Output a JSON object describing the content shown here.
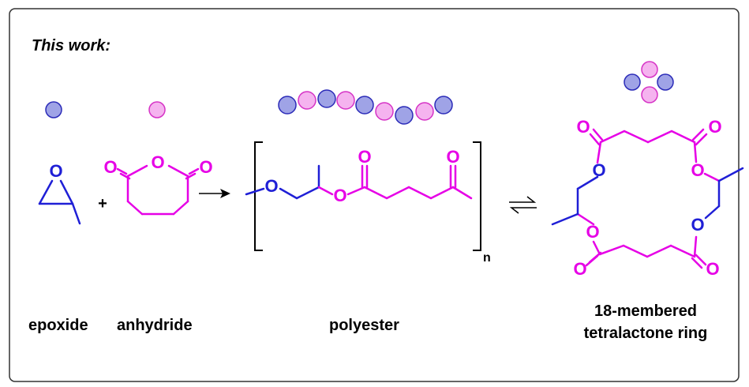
{
  "heading": "This work:",
  "labels": {
    "epoxide": "epoxide",
    "anhydride": "anhydride",
    "polyester": "polyester",
    "ring_line1": "18-membered",
    "ring_line2": "tetralactone ring"
  },
  "symbols": {
    "plus": "+",
    "subscript_n": "n",
    "oxygen": "O"
  },
  "colors": {
    "epoxide": "#1f1fd6",
    "anhydride": "#e600e6",
    "epoxide_sphere_fill": "#9fa3e6",
    "epoxide_sphere_stroke": "#2b2bb8",
    "anhydride_sphere_fill": "#f5b3ef",
    "anhydride_sphere_stroke": "#d633c6",
    "frame": "#333333",
    "text": "#000000"
  },
  "icons": {
    "epoxide_monomer": "blue-sphere-icon",
    "anhydride_monomer": "pink-sphere-icon",
    "polymer_chain": "alternating-sphere-chain-icon",
    "ring": "four-sphere-ring-icon",
    "reaction_arrow": "right-arrow-icon",
    "equilibrium_arrow": "equilibrium-arrows-icon"
  },
  "sphere_chain": [
    "epoxide",
    "anhydride",
    "epoxide",
    "anhydride",
    "epoxide",
    "anhydride",
    "epoxide",
    "anhydride",
    "epoxide"
  ]
}
